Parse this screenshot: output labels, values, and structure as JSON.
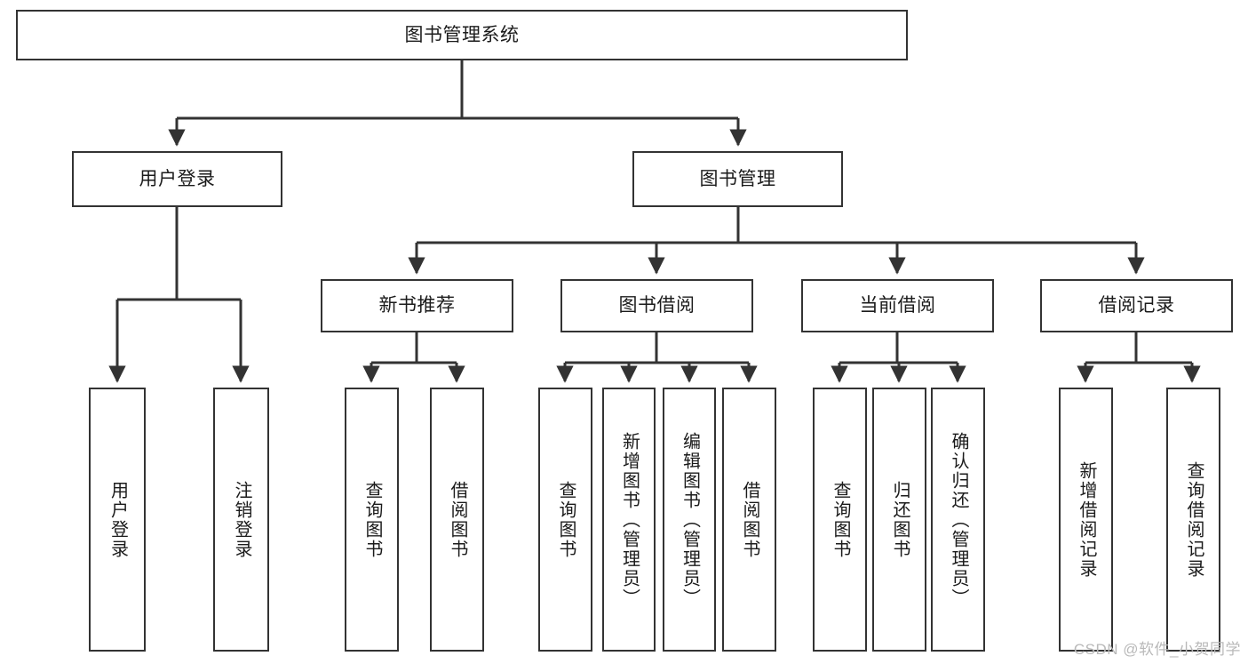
{
  "diagram": {
    "type": "tree-hierarchy",
    "title": "图书管理系统",
    "root": {
      "id": "root",
      "label": "图书管理系统"
    },
    "level2": [
      {
        "id": "user-login",
        "label": "用户登录"
      },
      {
        "id": "book-manage",
        "label": "图书管理"
      }
    ],
    "level3": [
      {
        "id": "new-book-rec",
        "label": "新书推荐",
        "parent": "book-manage"
      },
      {
        "id": "book-borrow",
        "label": "图书借阅",
        "parent": "book-manage"
      },
      {
        "id": "current-borrow",
        "label": "当前借阅",
        "parent": "book-manage"
      },
      {
        "id": "borrow-record",
        "label": "借阅记录",
        "parent": "book-manage"
      }
    ],
    "leaves": [
      {
        "id": "leaf-user-login",
        "label": "用户登录",
        "parent": "user-login"
      },
      {
        "id": "leaf-logout",
        "label": "注销登录",
        "parent": "user-login"
      },
      {
        "id": "leaf-query-book-1",
        "label": "查询图书",
        "parent": "new-book-rec"
      },
      {
        "id": "leaf-borrow-book-1",
        "label": "借阅图书",
        "parent": "new-book-rec"
      },
      {
        "id": "leaf-query-book-2",
        "label": "查询图书",
        "parent": "book-borrow"
      },
      {
        "id": "leaf-add-book",
        "label": "新增图书（管理员）",
        "parent": "book-borrow"
      },
      {
        "id": "leaf-edit-book",
        "label": "编辑图书（管理员）",
        "parent": "book-borrow"
      },
      {
        "id": "leaf-borrow-book-2",
        "label": "借阅图书",
        "parent": "book-borrow"
      },
      {
        "id": "leaf-query-book-3",
        "label": "查询图书",
        "parent": "current-borrow"
      },
      {
        "id": "leaf-return-book",
        "label": "归还图书",
        "parent": "current-borrow"
      },
      {
        "id": "leaf-confirm-return",
        "label": "确认归还（管理员）",
        "parent": "current-borrow"
      },
      {
        "id": "leaf-add-record",
        "label": "新增借阅记录",
        "parent": "borrow-record"
      },
      {
        "id": "leaf-query-record",
        "label": "查询借阅记录",
        "parent": "borrow-record"
      }
    ],
    "colors": {
      "stroke": "#333333",
      "box_fill": "#ffffff",
      "text": "#1b1b1b",
      "watermark": "#b9b9b9"
    }
  },
  "watermark": {
    "text": "CSDN @软件_小贺同学"
  }
}
